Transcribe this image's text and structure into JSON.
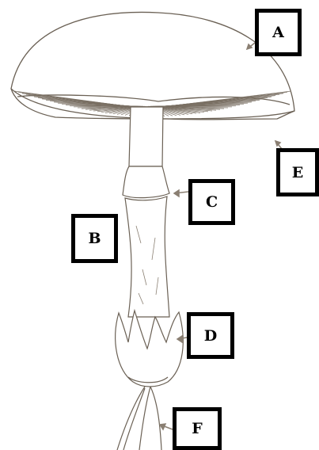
{
  "diagram": {
    "labels": {
      "a": "A",
      "b": "B",
      "c": "C",
      "d": "D",
      "e": "E",
      "f": "F"
    },
    "colors": {
      "ink": "#6b6155",
      "label_border": "#000000",
      "background": "#ffffff"
    }
  }
}
